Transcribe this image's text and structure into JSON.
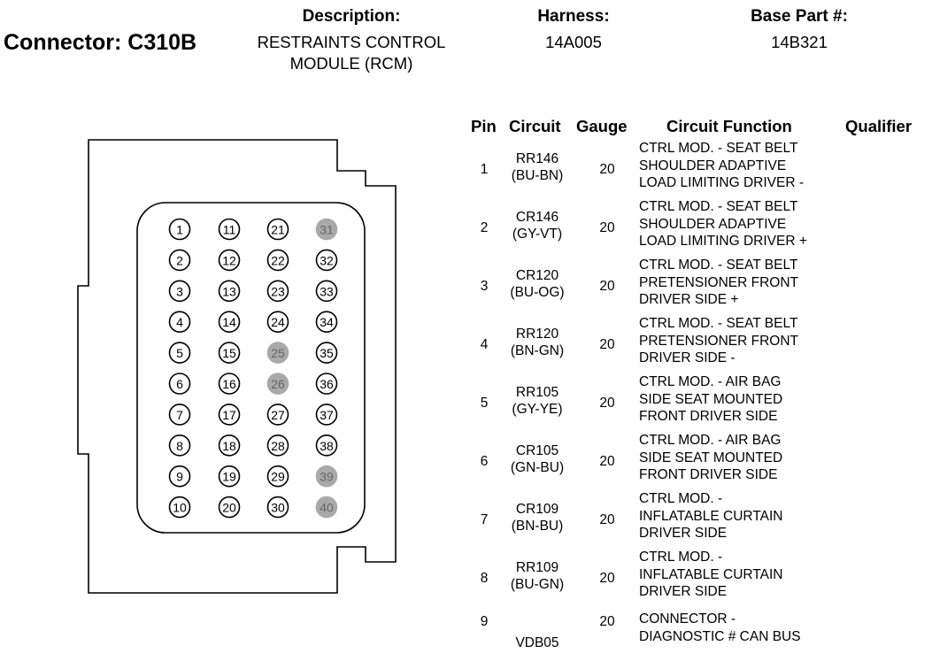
{
  "header": {
    "connector_title": "Connector: C310B",
    "description_label": "Description:",
    "description_value": "RESTRAINTS CONTROL\nMODULE (RCM)",
    "harness_label": "Harness:",
    "harness_value": "14A005",
    "base_part_label": "Base Part #:",
    "base_part_value": "14B321"
  },
  "table": {
    "headers": {
      "pin": "Pin",
      "circuit": "Circuit",
      "gauge": "Gauge",
      "function": "Circuit Function",
      "qualifier": "Qualifier"
    },
    "rows": [
      {
        "pin": "1",
        "circuit": "RR146\n(BU-BN)",
        "gauge": "20",
        "function": "CTRL MOD. - SEAT BELT\nSHOULDER ADAPTIVE\nLOAD LIMITING DRIVER -",
        "qualifier": ""
      },
      {
        "pin": "2",
        "circuit": "CR146\n(GY-VT)",
        "gauge": "20",
        "function": "CTRL MOD. - SEAT BELT\nSHOULDER ADAPTIVE\nLOAD LIMITING DRIVER +",
        "qualifier": ""
      },
      {
        "pin": "3",
        "circuit": "CR120\n(BU-OG)",
        "gauge": "20",
        "function": "CTRL MOD. - SEAT BELT\nPRETENSIONER FRONT\nDRIVER SIDE +",
        "qualifier": ""
      },
      {
        "pin": "4",
        "circuit": "RR120\n(BN-GN)",
        "gauge": "20",
        "function": "CTRL MOD. - SEAT BELT\nPRETENSIONER FRONT\nDRIVER SIDE -",
        "qualifier": ""
      },
      {
        "pin": "5",
        "circuit": "RR105\n(GY-YE)",
        "gauge": "20",
        "function": "CTRL MOD. - AIR BAG\nSIDE SEAT MOUNTED\nFRONT DRIVER SIDE",
        "qualifier": ""
      },
      {
        "pin": "6",
        "circuit": "CR105\n(GN-BU)",
        "gauge": "20",
        "function": "CTRL MOD. - AIR BAG\nSIDE SEAT MOUNTED\nFRONT DRIVER SIDE",
        "qualifier": ""
      },
      {
        "pin": "7",
        "circuit": "CR109\n(BN-BU)",
        "gauge": "20",
        "function": "CTRL MOD. -\nINFLATABLE CURTAIN\nDRIVER SIDE",
        "qualifier": ""
      },
      {
        "pin": "8",
        "circuit": "RR109\n(BU-GN)",
        "gauge": "20",
        "function": "CTRL MOD. -\nINFLATABLE CURTAIN\nDRIVER SIDE",
        "qualifier": ""
      },
      {
        "pin": "9",
        "circuit": "\nVDB05",
        "gauge": "20",
        "function": "CONNECTOR -\nDIAGNOSTIC # CAN BUS",
        "qualifier": ""
      }
    ]
  },
  "connector": {
    "pins": [
      [
        "1",
        "11",
        "21",
        "31"
      ],
      [
        "2",
        "12",
        "22",
        "32"
      ],
      [
        "3",
        "13",
        "23",
        "33"
      ],
      [
        "4",
        "14",
        "24",
        "34"
      ],
      [
        "5",
        "15",
        "25",
        "35"
      ],
      [
        "6",
        "16",
        "26",
        "36"
      ],
      [
        "7",
        "17",
        "27",
        "37"
      ],
      [
        "8",
        "18",
        "28",
        "38"
      ],
      [
        "9",
        "19",
        "29",
        "39"
      ],
      [
        "10",
        "20",
        "30",
        "40"
      ]
    ],
    "filled_pins": [
      "31",
      "25",
      "26",
      "39",
      "40"
    ],
    "filled_color": "#a9a9a9"
  }
}
